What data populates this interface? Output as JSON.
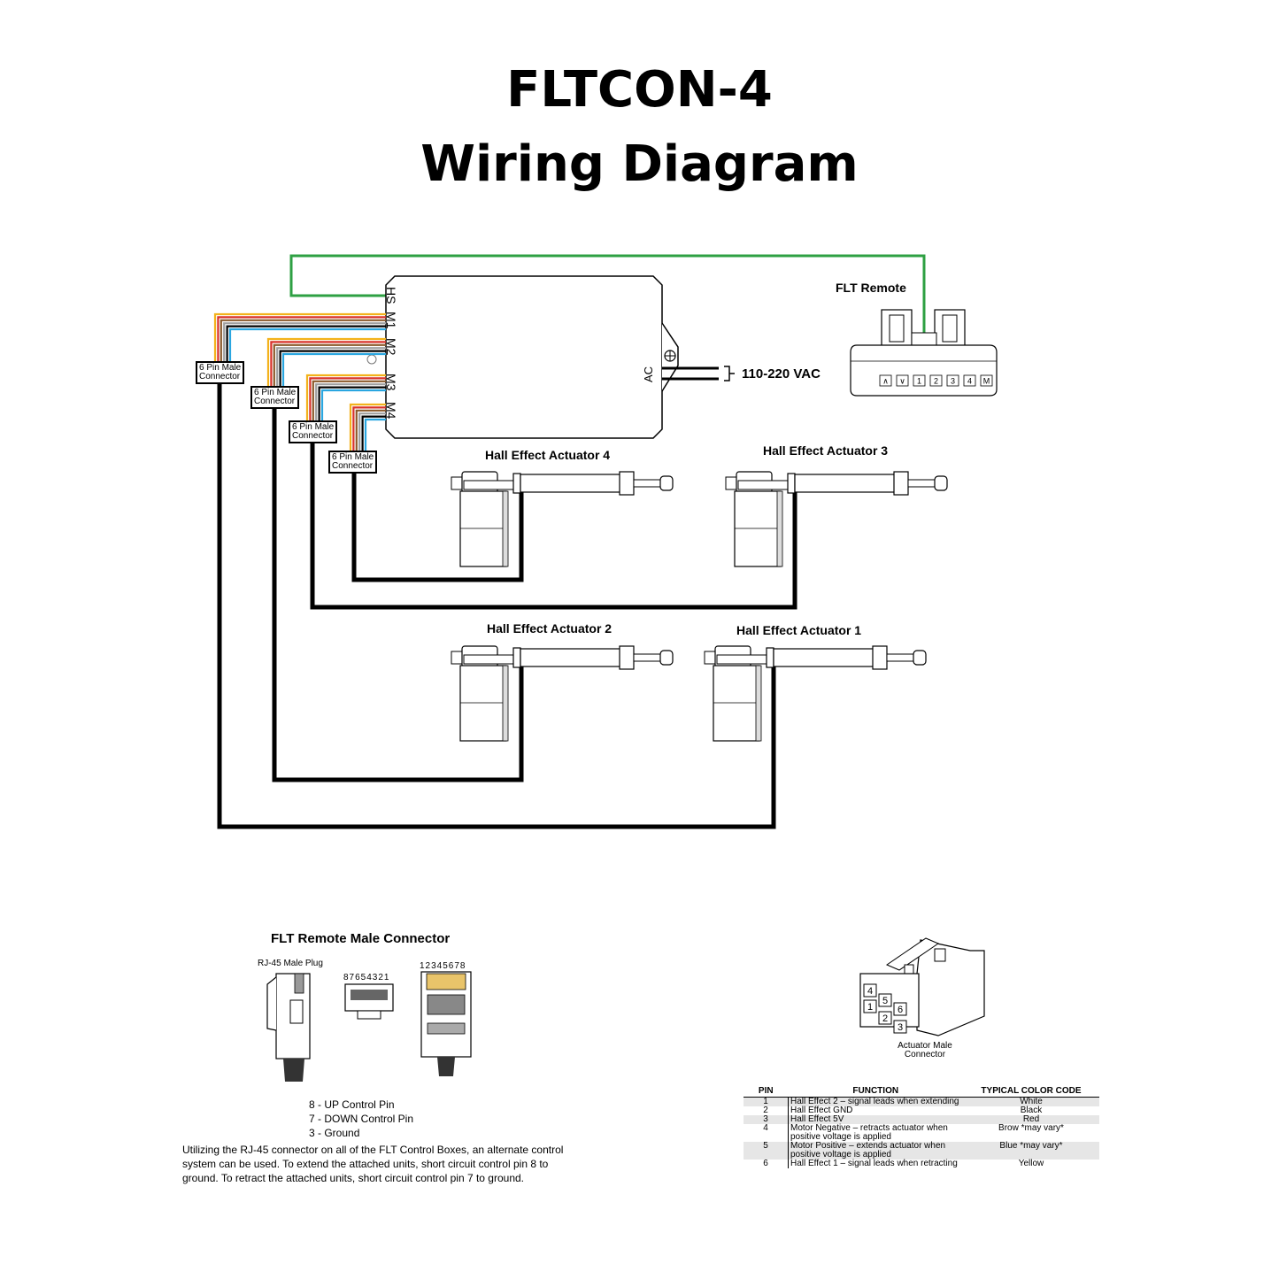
{
  "title_line1": "FLTCON-4",
  "title_line2": "Wiring Diagram",
  "control_box": {
    "ports": [
      "HS",
      "M1",
      "M2",
      "M3",
      "M4"
    ],
    "ac_label": "AC"
  },
  "power_label": "110-220 VAC",
  "remote": {
    "label": "FLT Remote",
    "buttons": [
      "∧",
      "∨",
      "1",
      "2",
      "3",
      "4",
      "M"
    ]
  },
  "connector_label_line1": "6 Pin Male",
  "connector_label_line2": "Connector",
  "actuators": {
    "a1": "Hall Effect Actuator 1",
    "a2": "Hall Effect Actuator  2",
    "a3": "Hall Effect Actuator  3",
    "a4": "Hall Effect Actuator  4"
  },
  "remote_connector": {
    "title": "FLT Remote  Male Connector",
    "plug_label": "RJ-45 Male Plug",
    "pin_numbers_rev": "87654321",
    "pin_numbers": "12345678",
    "pin_list": [
      "8 - UP Control Pin",
      "7 - DOWN Control Pin",
      "3 - Ground"
    ],
    "description": "Utilizing the RJ-45 connector on all of the FLT Control Boxes, an alternate control system can be used. To extend the attached units, short circuit control pin 8 to ground. To retract the attached units, short circuit control pin 7 to ground."
  },
  "actuator_connector": {
    "label_line1": "Actuator Male",
    "label_line2": "Connector",
    "pin_digits": [
      "4",
      "5",
      "6",
      "1",
      "2",
      "3"
    ]
  },
  "pin_table": {
    "headers": [
      "PIN",
      "FUNCTION",
      "TYPICAL COLOR CODE"
    ],
    "rows": [
      {
        "pin": "1",
        "function": "Hall Effect 2 – signal leads when extending",
        "color": "White"
      },
      {
        "pin": "2",
        "function": "Hall Effect GND",
        "color": "Black"
      },
      {
        "pin": "3",
        "function": "Hall Effect 5V",
        "color": "Red"
      },
      {
        "pin": "4",
        "function": "Motor Negative – retracts actuator when positive voltage is applied",
        "color": "Brow  *may vary*"
      },
      {
        "pin": "5",
        "function": "Motor Positive – extends actuator when positive voltage is applied",
        "color": "Blue   *may vary*"
      },
      {
        "pin": "6",
        "function": "Hall Effect 1 – signal leads when retracting",
        "color": "Yellow"
      }
    ]
  },
  "colors": {
    "hs_wire": "#2ea043",
    "cable": "#000000",
    "wire_colors": [
      "#f3b21b",
      "#d9322a",
      "#8b5a2b",
      "#a0a0a0",
      "#000000",
      "#2aa6e0"
    ]
  }
}
